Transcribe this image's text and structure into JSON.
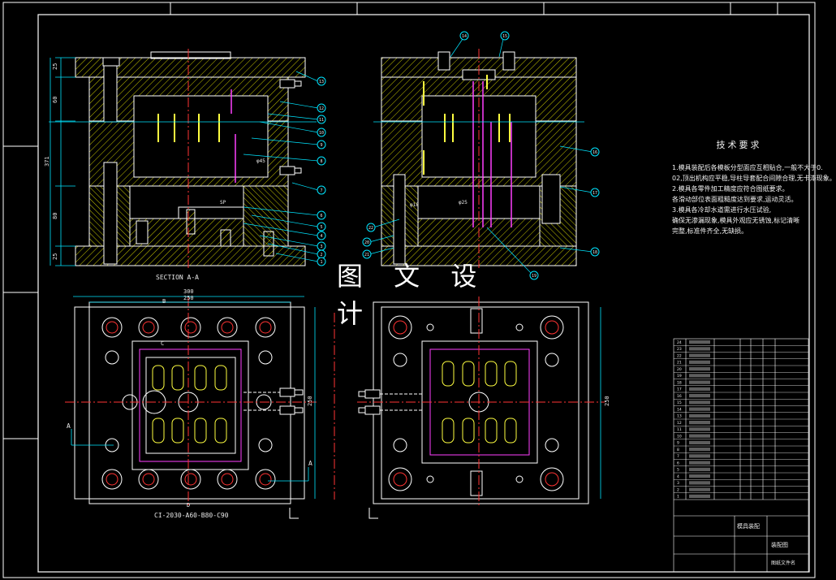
{
  "watermark": "图 文 设 计",
  "section_label": "SECTION A-A",
  "plan_label": "CI-2030-A60-B80-C90",
  "dims": {
    "top_25": "25",
    "d60": "60",
    "d371": "371",
    "d80": "80",
    "bottom_25": "25",
    "w300": "300",
    "w250": "250",
    "h250": "250",
    "h250b": "250",
    "section_mark": "A",
    "b_mark": "B",
    "c_mark": "C",
    "d_mark": "D",
    "phi45": "φ45",
    "phi18": "φ18",
    "phi25": "φ25",
    "sp": "SP"
  },
  "tech_notes": {
    "title": "技术要求",
    "lines": [
      "1.模具装配后各模板分型面应互相贴合,一般不大于0.",
      "02,顶出机构应平稳,导柱导套配合间隙合理,无卡滞现象。",
      "2.模具各零件加工精度应符合图纸要求。",
      "各滑动部位表面粗糙度达到要求,运动灵活。",
      "3.模具各冷却水道需进行水压试验,",
      "确保无渗漏现象,模具外观应无锈蚀,标记清晰",
      "完整,标准件齐全,无缺损。"
    ]
  },
  "balloons_top_left": [
    "13",
    "12",
    "11",
    "10",
    "9",
    "8",
    "7",
    "6",
    "5",
    "4",
    "3",
    "2",
    "1"
  ],
  "balloons_top_right": [
    "14",
    "15",
    "16",
    "17",
    "18",
    "19",
    "20",
    "21",
    "22"
  ],
  "title_block": {
    "rows": 24,
    "name": "模具装配",
    "drawing": "装配图",
    "company": "图纸文件名"
  },
  "colors": {
    "line": "#ffffff",
    "center": "#ff3333",
    "dim": "#00e5ff",
    "hatch": "#d4d40a",
    "green": "#00e060",
    "magenta": "#ff40ff",
    "yellow": "#ffff40",
    "blue": "#2a2aff"
  }
}
